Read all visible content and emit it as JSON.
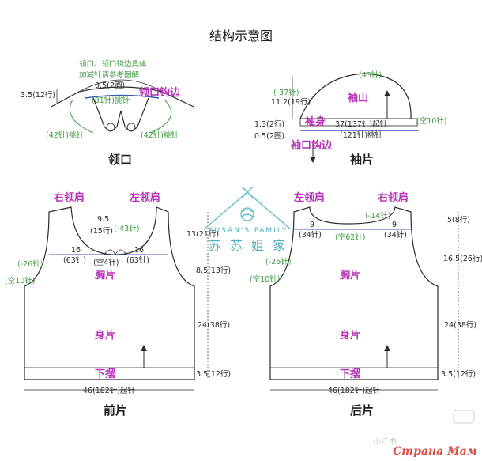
{
  "title": "结构示意图",
  "collar": {
    "note1": "领口、领口钩边具体",
    "note2": "加减针请参考图解",
    "rows_left": "3.5(12行)",
    "top_rounds": "0.5(2圈)",
    "pickup": "(81针)挑针",
    "edge_label": "领口钩边",
    "pick_left": "(42针)挑针",
    "pick_right": "(42针)挑针",
    "caption": "领口"
  },
  "sleeve": {
    "top_count": "(43针)",
    "dec": "(-37针)",
    "cap_rows": "11.2(19行)",
    "cap_label": "袖山",
    "body_rows": "1.3(2行)",
    "body_label": "袖身",
    "start": "37(137针)起针",
    "space": "(空10针)",
    "edge_rows": "0.5(2圈)",
    "pickup": "(121针)挑针",
    "edge_label": "袖口钩边",
    "caption": "袖片"
  },
  "front": {
    "right_shoulder": "右领肩",
    "left_shoulder": "左领肩",
    "neck_h": "9.5",
    "neck_rows": "(15行)",
    "neck_dec": "(-43针)",
    "w_left": "16",
    "w_left_st": "(63针)",
    "w_right": "16",
    "w_right_st": "(63针)",
    "center_space": "(空4针)",
    "arm_dec": "(-26针)",
    "arm_space": "(空10针)",
    "chest": "胸片",
    "body": "身片",
    "hem": "下摆",
    "h_arm": "13(21行)",
    "h_chest": "8.5(13行)",
    "h_body": "24(38行)",
    "h_hem": "3.5(12行)",
    "bottom": "46(182针)起针",
    "caption": "前片"
  },
  "back": {
    "left_shoulder": "左领肩",
    "right_shoulder": "右领肩",
    "neck_dec": "(-14针)",
    "w_left": "9",
    "w_left_st": "(34针)",
    "w_right": "9",
    "w_right_st": "(34针)",
    "center_space": "(空62针)",
    "arm_dec": "(-26针)",
    "arm_space": "(空10针)",
    "chest": "胸片",
    "body": "身片",
    "hem": "下摆",
    "h_neck": "5(8行)",
    "h_arm": "16.5(26行)",
    "h_body": "24(38行)",
    "h_hem": "3.5(12行)",
    "bottom": "46(182针)起针",
    "caption": "后片"
  },
  "watermark": {
    "brand_en": "SUSAN'S FAMILY",
    "brand_cn": "苏 苏 姐 家",
    "small": "小红书",
    "corner": "Страна Мам"
  }
}
